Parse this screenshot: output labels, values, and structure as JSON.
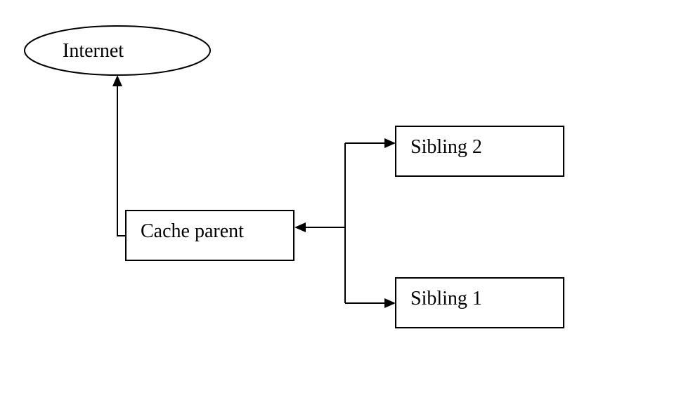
{
  "nodes": {
    "internet": {
      "label": "Internet"
    },
    "cache_parent": {
      "label": "Cache parent"
    },
    "sibling_2": {
      "label": "Sibling 2"
    },
    "sibling_1": {
      "label": "Sibling 1"
    }
  },
  "edges": [
    {
      "from": "cache_parent",
      "to": "internet"
    },
    {
      "from": "sibling_2",
      "to": "cache_parent"
    },
    {
      "from": "sibling_1",
      "to": "cache_parent"
    },
    {
      "from": "cache_parent",
      "to": "sibling_2"
    },
    {
      "from": "cache_parent",
      "to": "sibling_1"
    }
  ],
  "colors": {
    "stroke": "#000000",
    "background": "#ffffff"
  }
}
